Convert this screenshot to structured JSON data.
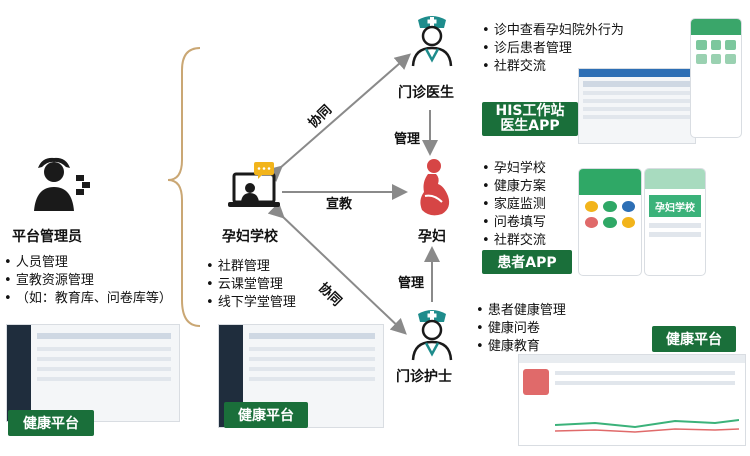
{
  "nodes": {
    "admin": {
      "label": "平台管理员",
      "items": [
        "人员管理",
        "宣教资源管理",
        "（如：教育库、问卷库等）"
      ]
    },
    "school": {
      "label": "孕妇学校",
      "items": [
        "社群管理",
        "云课堂管理",
        "线下学堂管理"
      ]
    },
    "doctor": {
      "label": "门诊医生",
      "items": [
        "诊中查看孕妇院外行为",
        "诊后患者管理",
        "社群交流"
      ]
    },
    "pregnant": {
      "label": "孕妇",
      "items": [
        "孕妇学校",
        "健康方案",
        "家庭监测",
        "问卷填写",
        "社群交流"
      ]
    },
    "nurse": {
      "label": "门诊护士",
      "items": [
        "患者健康管理",
        "健康问卷",
        "健康教育"
      ]
    }
  },
  "edges": {
    "collab_top": "协同",
    "collab_bottom": "协同",
    "manage_top": "管理",
    "manage_bottom": "管理",
    "educate": "宣教"
  },
  "badges": {
    "his_line1": "HIS工作站",
    "his_line2": "医生APP",
    "patient_app": "患者APP",
    "health_admin": "健康平台",
    "health_school": "健康平台",
    "health_nurse": "健康平台"
  },
  "phone": {
    "app_title": "孕妇学校"
  },
  "colors": {
    "badge_green": "#1a6f3a",
    "icon_dark": "#1a1a1a",
    "icon_teal": "#1e8c8c",
    "icon_yellow": "#f2b41b",
    "pregnant_red": "#d64545",
    "arrow_gray": "#8a8a8a",
    "bracket": "#caa774"
  }
}
